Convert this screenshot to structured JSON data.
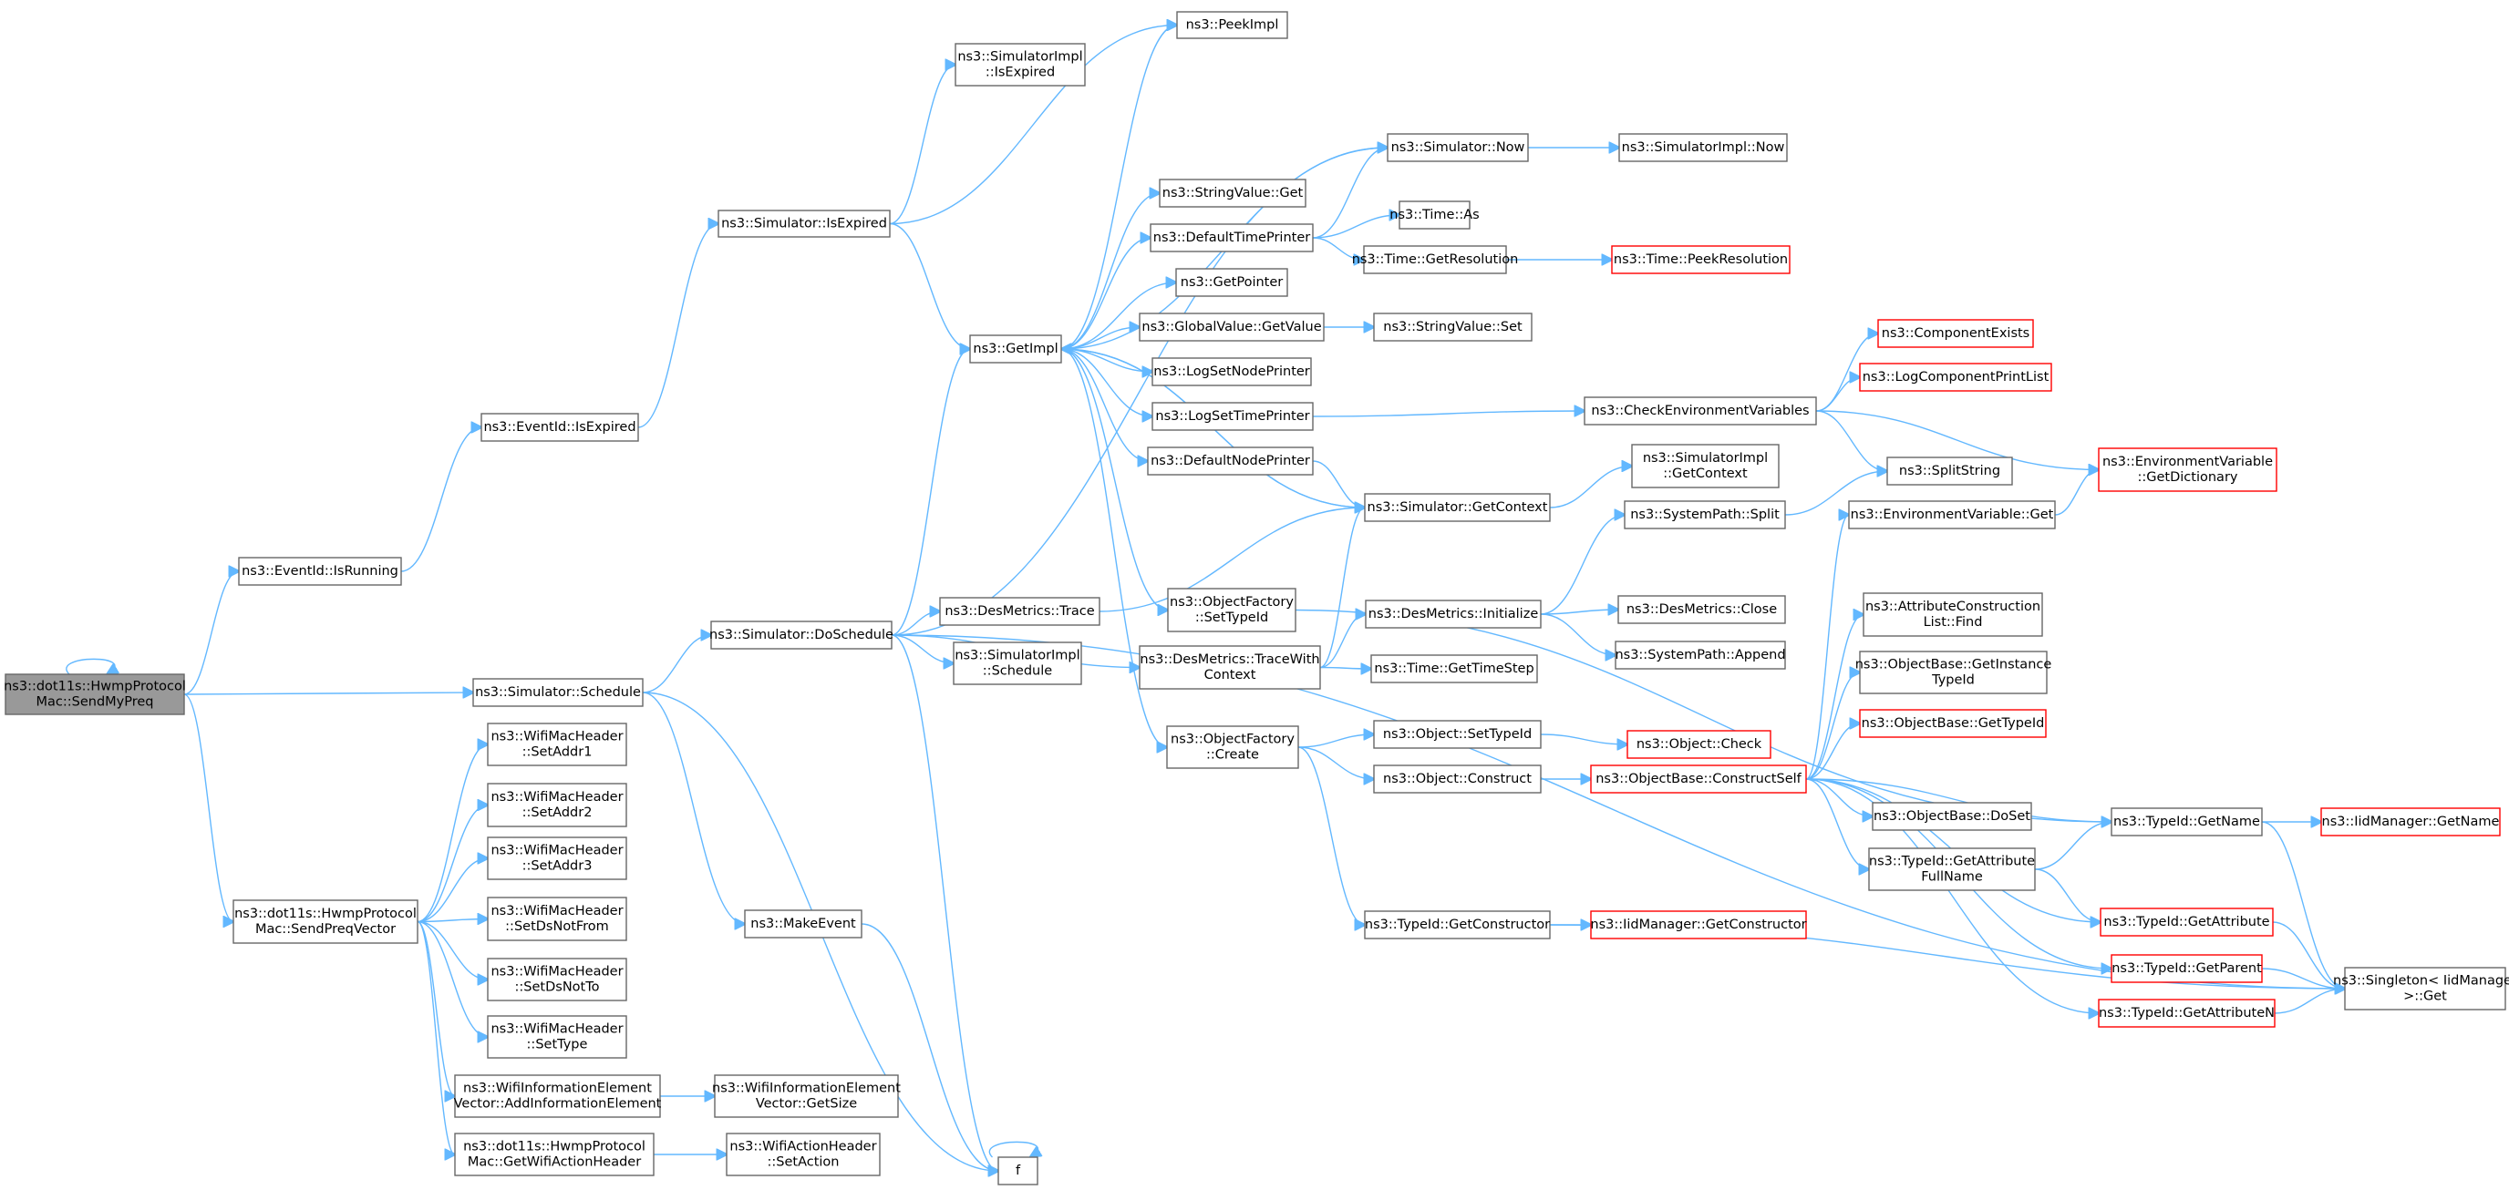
{
  "graph": {
    "colors": {
      "edge": "#63b8ff",
      "node_border": "#666666",
      "root_fill": "#999999",
      "red_border": "#ff0000"
    },
    "nodes": [
      {
        "id": "root",
        "lines": [
          "ns3::dot11s::HwmpProtocol",
          "Mac::SendMyPreq"
        ],
        "root": true
      },
      {
        "id": "evRunning",
        "lines": [
          "ns3::EventId::IsRunning"
        ]
      },
      {
        "id": "evExpired",
        "lines": [
          "ns3::EventId::IsExpired"
        ]
      },
      {
        "id": "simIsExpired",
        "lines": [
          "ns3::Simulator::IsExpired"
        ]
      },
      {
        "id": "simImplIsExpired",
        "lines": [
          "ns3::SimulatorImpl",
          "::IsExpired"
        ]
      },
      {
        "id": "peekImpl",
        "lines": [
          "ns3::PeekImpl"
        ]
      },
      {
        "id": "simNow",
        "lines": [
          "ns3::Simulator::Now"
        ]
      },
      {
        "id": "simImplNow",
        "lines": [
          "ns3::SimulatorImpl::Now"
        ]
      },
      {
        "id": "strValGet",
        "lines": [
          "ns3::StringValue::Get"
        ]
      },
      {
        "id": "defTimePrinter",
        "lines": [
          "ns3::DefaultTimePrinter"
        ]
      },
      {
        "id": "timeAs",
        "lines": [
          "ns3::Time::As"
        ]
      },
      {
        "id": "timeGetRes",
        "lines": [
          "ns3::Time::GetResolution"
        ]
      },
      {
        "id": "timePeekRes",
        "lines": [
          "ns3::Time::PeekResolution"
        ],
        "red": true
      },
      {
        "id": "getPointer",
        "lines": [
          "ns3::GetPointer"
        ]
      },
      {
        "id": "getImpl",
        "lines": [
          "ns3::GetImpl"
        ]
      },
      {
        "id": "gvGetValue",
        "lines": [
          "ns3::GlobalValue::GetValue"
        ]
      },
      {
        "id": "strValSet",
        "lines": [
          "ns3::StringValue::Set"
        ]
      },
      {
        "id": "compExists",
        "lines": [
          "ns3::ComponentExists"
        ],
        "red": true
      },
      {
        "id": "logCompPrint",
        "lines": [
          "ns3::LogComponentPrintList"
        ],
        "red": true
      },
      {
        "id": "logSetNode",
        "lines": [
          "ns3::LogSetNodePrinter"
        ]
      },
      {
        "id": "logSetTime",
        "lines": [
          "ns3::LogSetTimePrinter"
        ]
      },
      {
        "id": "checkEnv",
        "lines": [
          "ns3::CheckEnvironmentVariables"
        ]
      },
      {
        "id": "envGetDict",
        "lines": [
          "ns3::EnvironmentVariable",
          "::GetDictionary"
        ],
        "red": true
      },
      {
        "id": "defNodePrinter",
        "lines": [
          "ns3::DefaultNodePrinter"
        ]
      },
      {
        "id": "splitString",
        "lines": [
          "ns3::SplitString"
        ]
      },
      {
        "id": "simImplGetCtx",
        "lines": [
          "ns3::SimulatorImpl",
          "::GetContext"
        ]
      },
      {
        "id": "simGetCtx",
        "lines": [
          "ns3::Simulator::GetContext"
        ]
      },
      {
        "id": "sysPathSplit",
        "lines": [
          "ns3::SystemPath::Split"
        ]
      },
      {
        "id": "envGet",
        "lines": [
          "ns3::EnvironmentVariable::Get"
        ]
      },
      {
        "id": "objFactSetTid",
        "lines": [
          "ns3::ObjectFactory",
          "::SetTypeId"
        ]
      },
      {
        "id": "desInit",
        "lines": [
          "ns3::DesMetrics::Initialize"
        ]
      },
      {
        "id": "desClose",
        "lines": [
          "ns3::DesMetrics::Close"
        ]
      },
      {
        "id": "attrConstrFind",
        "lines": [
          "ns3::AttributeConstruction",
          "List::Find"
        ]
      },
      {
        "id": "evIsExpired2",
        "lines": []
      },
      {
        "id": "desTrace",
        "lines": [
          "ns3::DesMetrics::Trace"
        ]
      },
      {
        "id": "simDoSchedule",
        "lines": [
          "ns3::Simulator::DoSchedule"
        ]
      },
      {
        "id": "sysPathAppend",
        "lines": [
          "ns3::SystemPath::Append"
        ]
      },
      {
        "id": "simImplSchedule",
        "lines": [
          "ns3::SimulatorImpl",
          "::Schedule"
        ]
      },
      {
        "id": "desTraceWith",
        "lines": [
          "ns3::DesMetrics::TraceWith",
          "Context"
        ]
      },
      {
        "id": "timeGetStep",
        "lines": [
          "ns3::Time::GetTimeStep"
        ]
      },
      {
        "id": "objBaseGetInst",
        "lines": [
          "ns3::ObjectBase::GetInstance",
          "TypeId"
        ]
      },
      {
        "id": "simSchedule",
        "lines": [
          "ns3::Simulator::Schedule"
        ]
      },
      {
        "id": "objBaseGetTid",
        "lines": [
          "ns3::ObjectBase::GetTypeId"
        ],
        "red": true
      },
      {
        "id": "setAddr1",
        "lines": [
          "ns3::WifiMacHeader",
          "::SetAddr1"
        ]
      },
      {
        "id": "objSetTid",
        "lines": [
          "ns3::Object::SetTypeId"
        ]
      },
      {
        "id": "objCheck",
        "lines": [
          "ns3::Object::Check"
        ],
        "red": true
      },
      {
        "id": "objFactCreate",
        "lines": [
          "ns3::ObjectFactory",
          "::Create"
        ]
      },
      {
        "id": "objConstruct",
        "lines": [
          "ns3::Object::Construct"
        ]
      },
      {
        "id": "objBaseConstruct",
        "lines": [
          "ns3::ObjectBase::ConstructSelf"
        ],
        "red": true
      },
      {
        "id": "setAddr2",
        "lines": [
          "ns3::WifiMacHeader",
          "::SetAddr2"
        ]
      },
      {
        "id": "objBaseDoSet",
        "lines": [
          "ns3::ObjectBase::DoSet"
        ]
      },
      {
        "id": "tidGetName",
        "lines": [
          "ns3::TypeId::GetName"
        ]
      },
      {
        "id": "iidGetName",
        "lines": [
          "ns3::IidManager::GetName"
        ],
        "red": true
      },
      {
        "id": "setAddr3",
        "lines": [
          "ns3::WifiMacHeader",
          "::SetAddr3"
        ]
      },
      {
        "id": "tidGetAttrFull",
        "lines": [
          "ns3::TypeId::GetAttribute",
          "FullName"
        ]
      },
      {
        "id": "sendPreqVector",
        "lines": [
          "ns3::dot11s::HwmpProtocol",
          "Mac::SendPreqVector"
        ]
      },
      {
        "id": "setDsNotFrom",
        "lines": [
          "ns3::WifiMacHeader",
          "::SetDsNotFrom"
        ]
      },
      {
        "id": "makeEvent",
        "lines": [
          "ns3::MakeEvent"
        ]
      },
      {
        "id": "tidGetCtor",
        "lines": [
          "ns3::TypeId::GetConstructor"
        ]
      },
      {
        "id": "iidGetCtor",
        "lines": [
          "ns3::IidManager::GetConstructor"
        ],
        "red": true
      },
      {
        "id": "tidGetAttr",
        "lines": [
          "ns3::TypeId::GetAttribute"
        ],
        "red": true
      },
      {
        "id": "setDsNotTo",
        "lines": [
          "ns3::WifiMacHeader",
          "::SetDsNotTo"
        ]
      },
      {
        "id": "tidGetParent",
        "lines": [
          "ns3::TypeId::GetParent"
        ],
        "red": true
      },
      {
        "id": "singletonGet",
        "lines": [
          "ns3::Singleton< IidManager",
          ">::Get"
        ]
      },
      {
        "id": "tidGetAttrN",
        "lines": [
          "ns3::TypeId::GetAttributeN"
        ],
        "red": true
      },
      {
        "id": "setType",
        "lines": [
          "ns3::WifiMacHeader",
          "::SetType"
        ]
      },
      {
        "id": "addInfoElem",
        "lines": [
          "ns3::WifiInformationElement",
          "Vector::AddInformationElement"
        ]
      },
      {
        "id": "infoElemGetSize",
        "lines": [
          "ns3::WifiInformationElement",
          "Vector::GetSize"
        ]
      },
      {
        "id": "getWifiActHdr",
        "lines": [
          "ns3::dot11s::HwmpProtocol",
          "Mac::GetWifiActionHeader"
        ]
      },
      {
        "id": "setAction",
        "lines": [
          "ns3::WifiActionHeader",
          "::SetAction"
        ]
      },
      {
        "id": "f",
        "lines": [
          "f"
        ]
      }
    ]
  }
}
